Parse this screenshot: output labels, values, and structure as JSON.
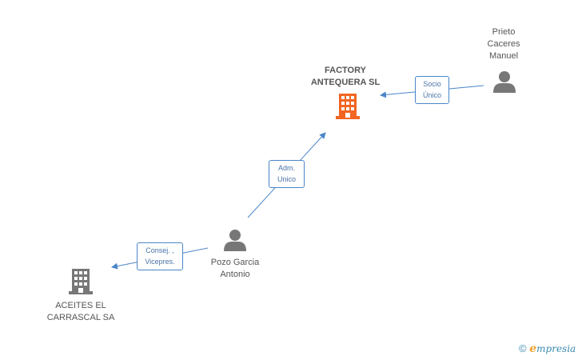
{
  "nodes": {
    "factory": {
      "label_line1": "FACTORY",
      "label_line2": "ANTEQUERA SL",
      "type": "company",
      "color": "#f26522"
    },
    "aceites": {
      "label_line1": "ACEITES EL",
      "label_line2": "CARRASCAL SA",
      "type": "company",
      "color": "#777777"
    },
    "prieto": {
      "label_line1": "Prieto",
      "label_line2": "Caceres",
      "label_line3": "Manuel",
      "type": "person",
      "color": "#777777"
    },
    "pozo": {
      "label_line1": "Pozo Garcia",
      "label_line2": "Antonio",
      "type": "person",
      "color": "#777777"
    }
  },
  "edges": {
    "socio": {
      "line1": "Socio",
      "line2": "Único"
    },
    "adm": {
      "line1": "Adm.",
      "line2": "Unico"
    },
    "consej": {
      "line1": "Consej. ,",
      "line2": "Vicepres."
    }
  },
  "colors": {
    "edge": "#4a86c8",
    "accent": "#f26522",
    "neutral": "#777777"
  },
  "footer": {
    "copyright": "©",
    "brand_e": "e",
    "brand_rest": "mpresia"
  }
}
